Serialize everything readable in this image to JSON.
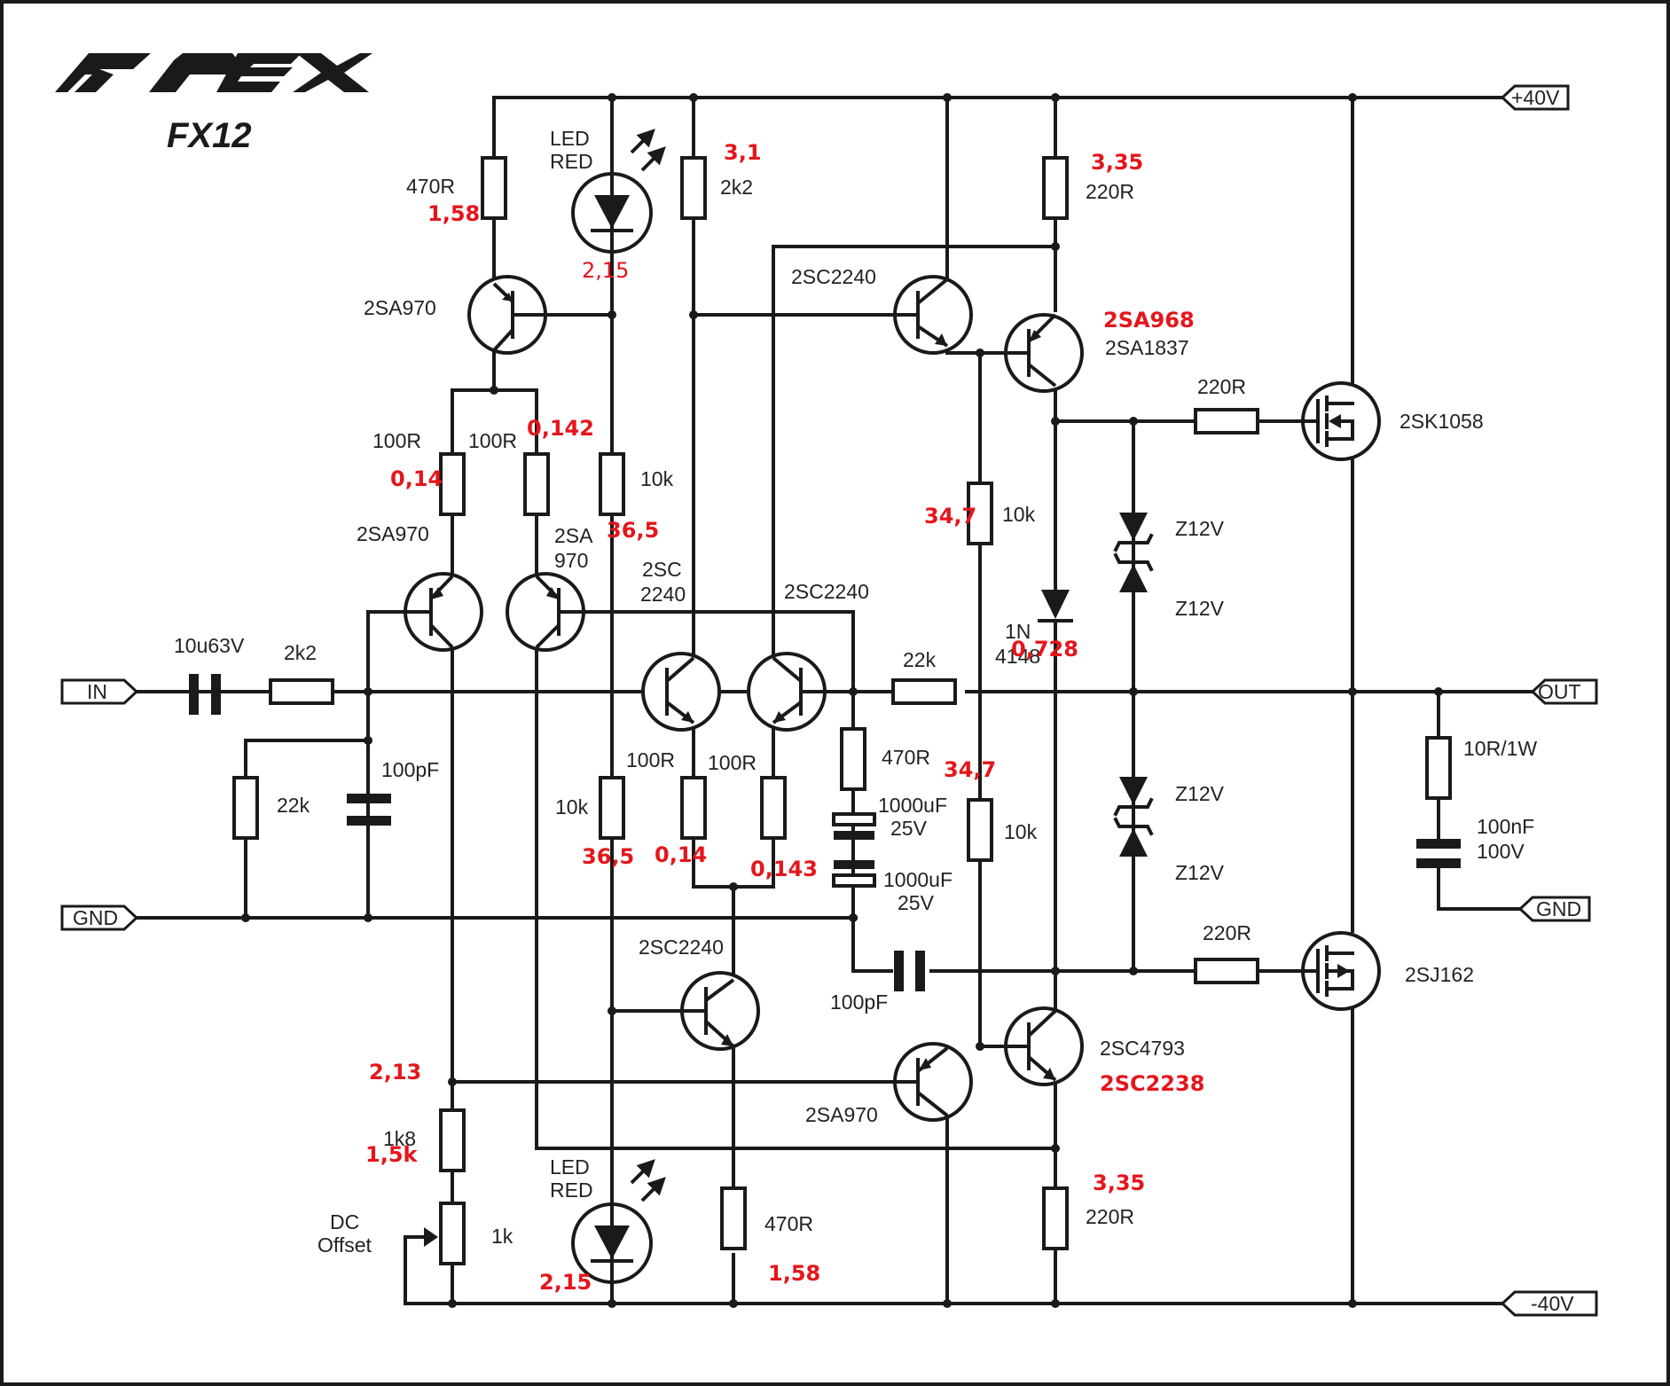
{
  "brand": {
    "logo": "APEX",
    "model": "FX12"
  },
  "ports": {
    "vplus": "+40V",
    "vminus": "-40V",
    "in": "IN",
    "out": "OUT",
    "gnd_left": "GND",
    "gnd_right": "GND"
  },
  "components": {
    "r_470_top": "470R",
    "led_top": "LED",
    "led_top_color": "RED",
    "r_2k2_top": "2k2",
    "r_220_top": "220R",
    "q_2sa970_top": "2SA970",
    "q_2sc2240_top": "2SC2240",
    "q_2sa1837": "2SA1837",
    "r_220_gate_top": "220R",
    "q_2sk1058": "2SK1058",
    "r_100_a": "100R",
    "r_100_b": "100R",
    "r_10k_top": "10k",
    "r_10k_mid": "10k",
    "q_2sa970_left": "2SA970",
    "q_2sa970_right_l1": "2SA",
    "q_2sa970_right_l2": "970",
    "q_2sc2240_l_l1": "2SC",
    "q_2sc2240_l_l2": "2240",
    "q_2sc2240_r": "2SC2240",
    "zener_1": "Z12V",
    "zener_2": "Z12V",
    "zener_3": "Z12V",
    "zener_4": "Z12V",
    "diode_l1": "1N",
    "diode_l2": "4148",
    "cap_in": "10u63V",
    "r_in": "2k2",
    "r_22k_fb": "22k",
    "r_22k_gnd": "22k",
    "cap_100pf_in": "100pF",
    "r_470_mid": "470R",
    "cap_1000_a": "1000uF",
    "cap_1000_a_v": "25V",
    "cap_1000_b": "1000uF",
    "cap_1000_b_v": "25V",
    "r_10k_low_left": "10k",
    "r_100_c": "100R",
    "r_100_d": "100R",
    "r_10k_low": "10k",
    "zobel_r": "10R/1W",
    "zobel_c": "100nF",
    "zobel_c_v": "100V",
    "r_220_gate_bot": "220R",
    "q_2sj162": "2SJ162",
    "cap_100pf_bot": "100pF",
    "q_2sc2240_bot": "2SC2240",
    "q_2sc4793": "2SC4793",
    "q_2sa970_bot": "2SA970",
    "r_1k8": "1k8",
    "dc_offset_l1": "DC",
    "dc_offset_l2": "Offset",
    "pot_1k": "1k",
    "led_bot": "LED",
    "led_bot_color": "RED",
    "r_470_bot": "470R",
    "r_220_bot": "220R"
  },
  "annotations": {
    "v_1_58_top": "1,58",
    "v_2_15_top": "2,15",
    "v_3_1": "3,1",
    "v_3_35_top": "3,35",
    "v_2sa968": "2SA968",
    "v_0_14_a": "0,14",
    "v_0_142": "0,142",
    "v_36_5_top": "36,5",
    "v_34_7_top": "34,7",
    "v_0_728": "0,728",
    "v_34_7_bot": "34,7",
    "v_36_5_bot": "36,5",
    "v_0_14_b": "0,14",
    "v_0_143": "0,143",
    "v_2_13": "2,13",
    "v_1_5k": "1,5k",
    "v_2_15_bot": "2,15",
    "v_1_58_bot": "1,58",
    "v_3_35_bot": "3,35",
    "v_2sc2238": "2SC2238"
  }
}
